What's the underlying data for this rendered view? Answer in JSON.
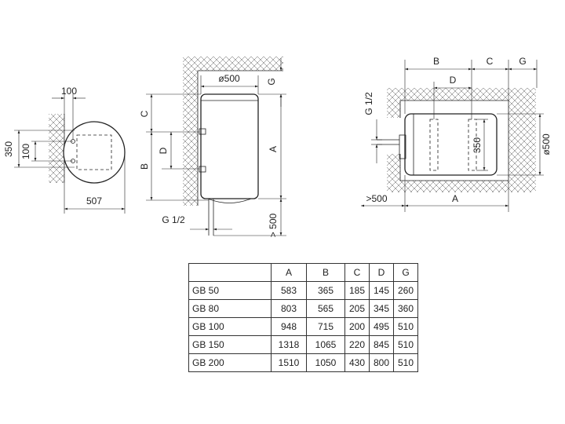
{
  "labels": {
    "top_100": "100",
    "dim_350": "350",
    "inner_100": "100",
    "width_507": "507",
    "dia_500_side": "ø500",
    "g_side": "G",
    "c_side": "C",
    "d_side": "D",
    "b_side": "B",
    "a_side": "A",
    "g12_side": "G 1/2",
    "gt500_side": "> 500",
    "b_top": "B",
    "c_top": "C",
    "g_top": "G",
    "d_top": "D",
    "g12_top": "G 1/2",
    "dim_350_top": "350",
    "dia_500_top": "ø500",
    "gt500_top": ">500",
    "a_top": "A"
  },
  "table": {
    "columns": [
      "A",
      "B",
      "C",
      "D",
      "G"
    ],
    "rows": [
      {
        "model": "GB 50",
        "values": [
          "583",
          "365",
          "185",
          "145",
          "260"
        ]
      },
      {
        "model": "GB 80",
        "values": [
          "803",
          "565",
          "205",
          "345",
          "360"
        ]
      },
      {
        "model": "GB 100",
        "values": [
          "948",
          "715",
          "200",
          "495",
          "510"
        ]
      },
      {
        "model": "GB 150",
        "values": [
          "1318",
          "1065",
          "220",
          "845",
          "510"
        ]
      },
      {
        "model": "GB 200",
        "values": [
          "1510",
          "1050",
          "430",
          "800",
          "510"
        ]
      }
    ]
  }
}
